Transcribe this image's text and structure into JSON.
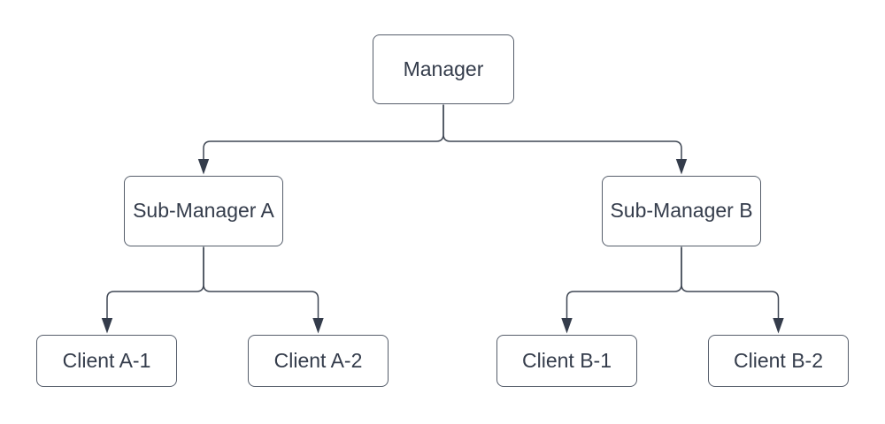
{
  "diagram": {
    "type": "org-chart",
    "background": "#ffffff",
    "colors": {
      "node_fill": "#ffffff",
      "node_border": "#565e6b",
      "connector": "#3f4754",
      "arrowhead": "#343c4b",
      "label_text": "#343c4b"
    },
    "nodes": {
      "manager": {
        "label": "Manager"
      },
      "sub_manager_a": {
        "label": "Sub-Manager A"
      },
      "sub_manager_b": {
        "label": "Sub-Manager B"
      },
      "client_a1": {
        "label": "Client A-1"
      },
      "client_a2": {
        "label": "Client A-2"
      },
      "client_b1": {
        "label": "Client B-1"
      },
      "client_b2": {
        "label": "Client B-2"
      }
    },
    "edges": [
      {
        "from": "Manager",
        "to": "Sub-Manager A",
        "arrow": "target"
      },
      {
        "from": "Manager",
        "to": "Sub-Manager B",
        "arrow": "target"
      },
      {
        "from": "Sub-Manager A",
        "to": "Client A-1",
        "arrow": "target"
      },
      {
        "from": "Sub-Manager A",
        "to": "Client A-2",
        "arrow": "target"
      },
      {
        "from": "Sub-Manager B",
        "to": "Client B-1",
        "arrow": "target"
      },
      {
        "from": "Sub-Manager B",
        "to": "Client B-2",
        "arrow": "target"
      }
    ]
  }
}
